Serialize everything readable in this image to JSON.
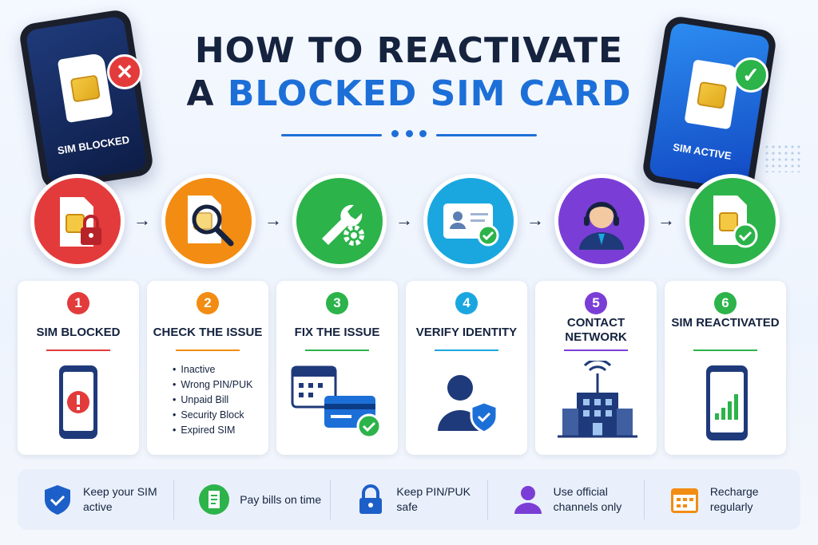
{
  "title": {
    "line1": "HOW TO REACTIVATE",
    "line2_dark": "A",
    "line2_blue": "BLOCKED SIM CARD"
  },
  "phones": {
    "left_label": "SIM BLOCKED",
    "right_label": "SIM ACTIVE"
  },
  "steps": [
    {
      "num": "1",
      "title": "SIM BLOCKED",
      "color": "#e33b3b",
      "icon": "locked-sim-icon"
    },
    {
      "num": "2",
      "title": "CHECK THE ISSUE",
      "color": "#f28c12",
      "icon": "sim-magnifier-icon",
      "items": [
        "Inactive",
        "Wrong PIN/PUK",
        "Unpaid Bill",
        "Security Block",
        "Expired SIM"
      ]
    },
    {
      "num": "3",
      "title": "FIX THE ISSUE",
      "color": "#2cb34a",
      "icon": "wrench-gear-icon"
    },
    {
      "num": "4",
      "title": "VERIFY IDENTITY",
      "color": "#1aa7e0",
      "icon": "id-card-check-icon"
    },
    {
      "num": "5",
      "title": "CONTACT NETWORK",
      "color": "#7a3ed6",
      "icon": "support-agent-icon"
    },
    {
      "num": "6",
      "title": "SIM REACTIVATED",
      "color": "#2cb34a",
      "icon": "active-sim-icon"
    }
  ],
  "tips": [
    {
      "text": "Keep your SIM active",
      "icon": "shield-check-icon",
      "color": "#1d5fc8"
    },
    {
      "text": "Pay bills on time",
      "icon": "bill-icon",
      "color": "#2cb34a"
    },
    {
      "text": "Keep PIN/PUK safe",
      "icon": "padlock-icon",
      "color": "#1d5fc8"
    },
    {
      "text": "Use official channels only",
      "icon": "user-icon",
      "color": "#7a3ed6"
    },
    {
      "text": "Recharge regularly",
      "icon": "calendar-icon",
      "color": "#f28c12"
    }
  ]
}
